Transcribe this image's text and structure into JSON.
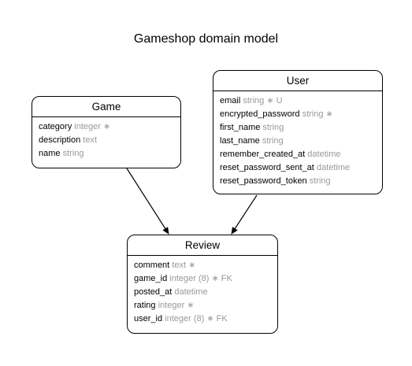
{
  "title": "Gameshop domain model",
  "entities": {
    "game": {
      "name": "Game",
      "attributes": [
        {
          "name": "category",
          "type": "integer ∗"
        },
        {
          "name": "description",
          "type": "text"
        },
        {
          "name": "name",
          "type": "string"
        }
      ]
    },
    "user": {
      "name": "User",
      "attributes": [
        {
          "name": "email",
          "type": "string ∗ U"
        },
        {
          "name": "encrypted_password",
          "type": "string ∗"
        },
        {
          "name": "first_name",
          "type": "string"
        },
        {
          "name": "last_name",
          "type": "string"
        },
        {
          "name": "remember_created_at",
          "type": "datetime"
        },
        {
          "name": "reset_password_sent_at",
          "type": "datetime"
        },
        {
          "name": "reset_password_token",
          "type": "string"
        }
      ]
    },
    "review": {
      "name": "Review",
      "attributes": [
        {
          "name": "comment",
          "type": "text ∗"
        },
        {
          "name": "game_id",
          "type": "integer (8) ∗ FK"
        },
        {
          "name": "posted_at",
          "type": "datetime"
        },
        {
          "name": "rating",
          "type": "integer ∗"
        },
        {
          "name": "user_id",
          "type": "integer (8) ∗ FK"
        }
      ]
    }
  },
  "relationships": [
    {
      "from": "Game",
      "to": "Review"
    },
    {
      "from": "User",
      "to": "Review"
    }
  ]
}
